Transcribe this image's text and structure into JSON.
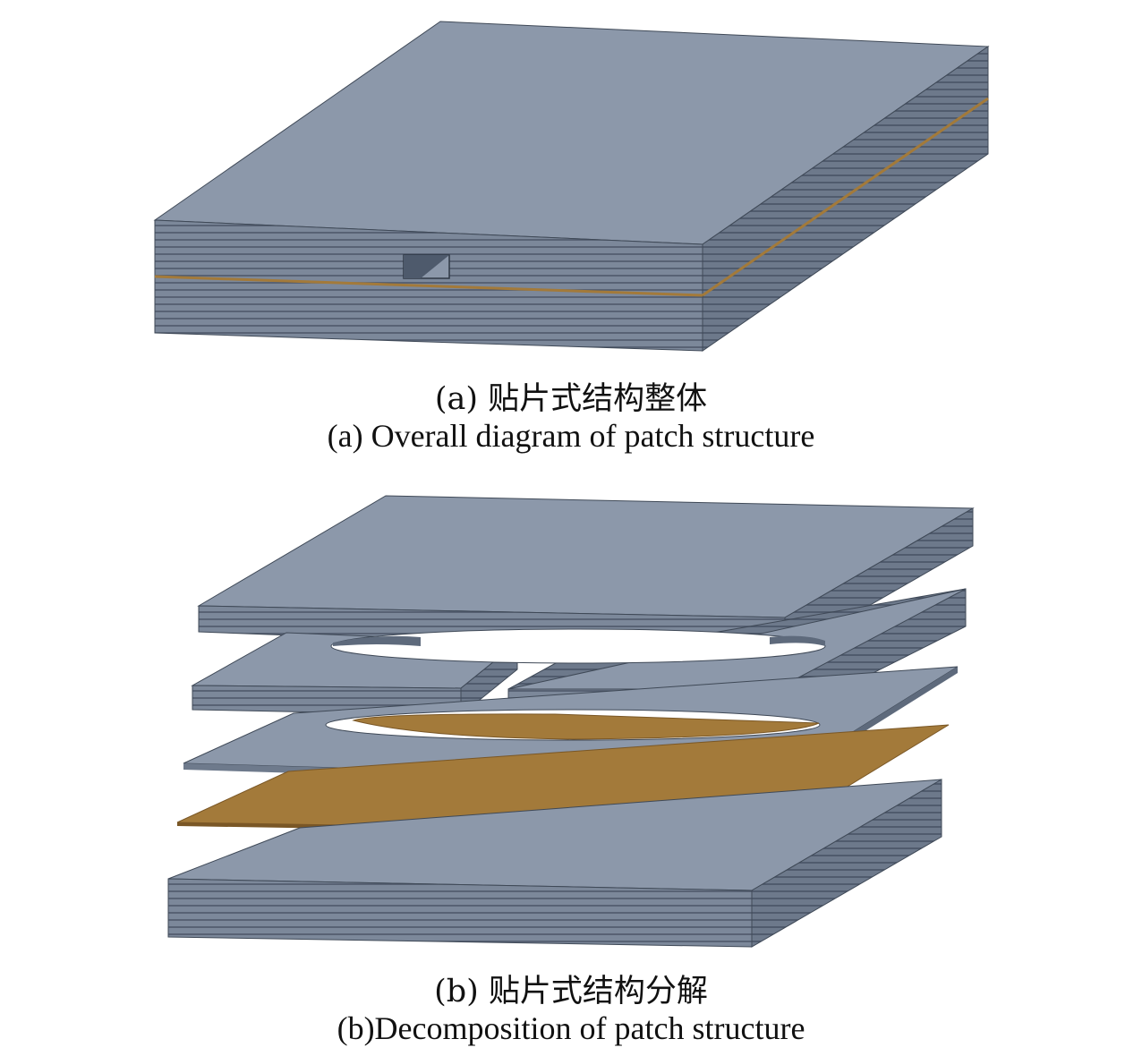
{
  "colors": {
    "top_face": "#8794A6",
    "top_face_light": "#909CAD",
    "front_face": "#7A8698",
    "side_face": "#6E7A8C",
    "layer_line": "#4A5566",
    "adhesive": "#A37A3A",
    "adhesive_edge": "#7A5726",
    "edge": "#3F4957",
    "hole": "#ffffff",
    "text": "#111111"
  },
  "figure_a": {
    "caption_cn": "(a) 贴片式结构整体",
    "caption_en": "(a) Overall diagram of patch structure"
  },
  "figure_b": {
    "caption_cn": "(b) 贴片式结构分解",
    "caption_en": "(b)Decomposition of patch structure"
  }
}
